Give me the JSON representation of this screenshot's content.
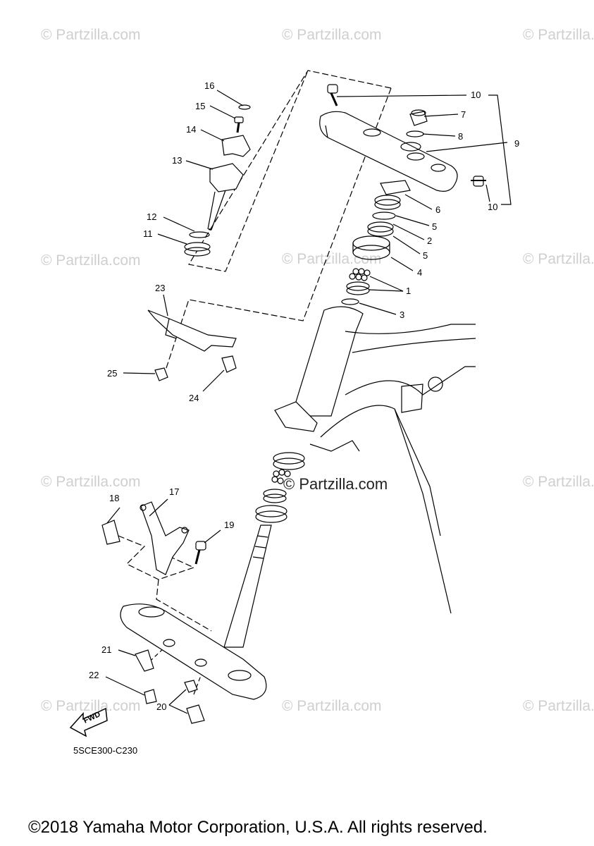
{
  "watermarks": {
    "text": "© Partzilla.com",
    "center_text": "© Partzilla.com"
  },
  "callouts": [
    "1",
    "2",
    "3",
    "4",
    "5",
    "5",
    "6",
    "7",
    "8",
    "9",
    "10",
    "10",
    "11",
    "12",
    "13",
    "14",
    "15",
    "16",
    "17",
    "18",
    "19",
    "20",
    "21",
    "22",
    "23",
    "24",
    "25"
  ],
  "fwd_label": "FWD",
  "diagram_code": "5SCE300-C230",
  "copyright": "©2018 Yamaha Motor Corporation, U.S.A. All rights reserved."
}
